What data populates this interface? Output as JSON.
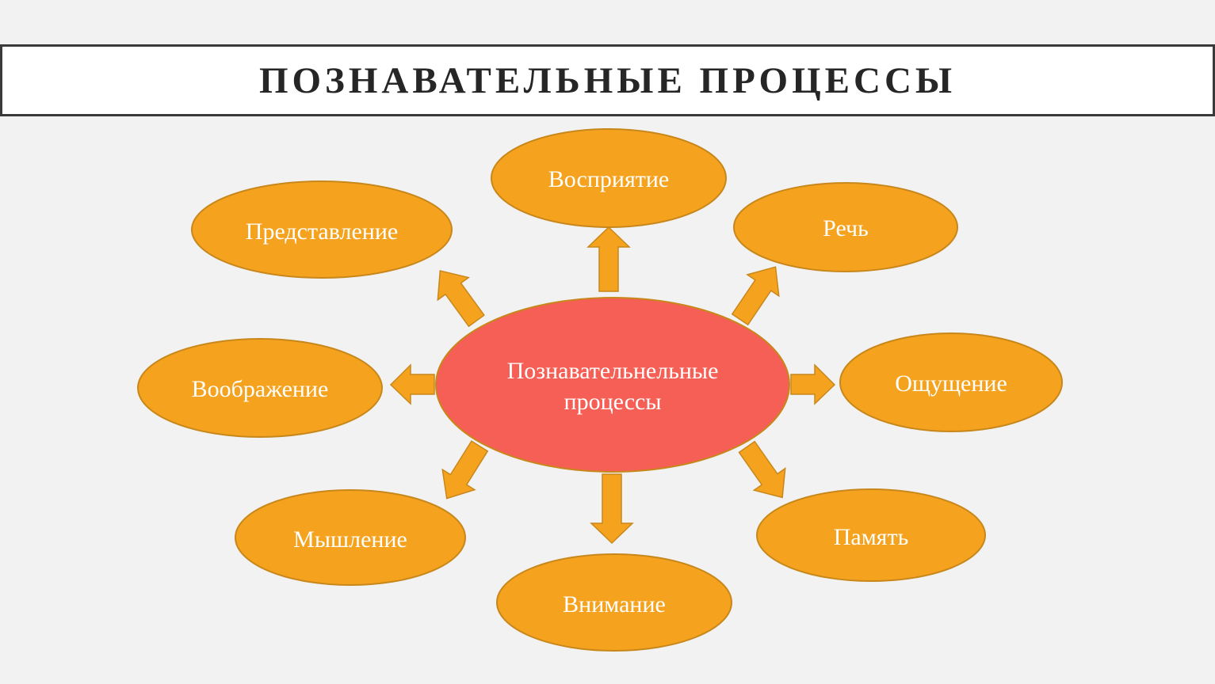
{
  "title": "ПОЗНАВАТЕЛЬНЫЕ ПРОЦЕССЫ",
  "colors": {
    "node_fill": "#F5A31F",
    "node_stroke": "#C8871A",
    "center_fill": "#F65F55",
    "center_stroke": "#C8871A",
    "arrow_fill": "#F5A31F",
    "arrow_stroke": "#C8871A"
  },
  "center": {
    "line1": "Познавательнельные",
    "line2": "процессы"
  },
  "nodes": {
    "perception": "Восприятие",
    "speech": "Речь",
    "sensation": "Ощущение",
    "memory": "Память",
    "attention": "Внимание",
    "thinking": "Мышление",
    "imagination": "Воображение",
    "representation": "Представление"
  }
}
